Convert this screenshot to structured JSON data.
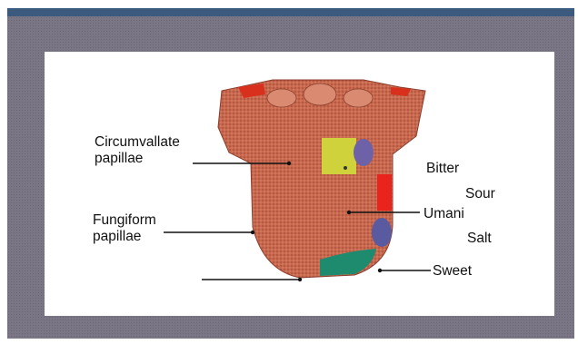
{
  "diagram": {
    "labels": {
      "circumvallate_line1": "Circumvallate",
      "circumvallate_line2": "papillae",
      "fungiform_line1": "Fungiform",
      "fungiform_line2": "papillae",
      "bitter": "Bitter",
      "sour": "Sour",
      "umami": "Umani",
      "salt": "Salt",
      "sweet": "Sweet"
    },
    "region_colors": {
      "bitter": "#cfd23a",
      "sour": "#e8241c",
      "salt": "#5a5aa0",
      "sweet": "#1e8a6e",
      "back_purple": "#6d62a8",
      "tongue": "#c8684e"
    }
  }
}
